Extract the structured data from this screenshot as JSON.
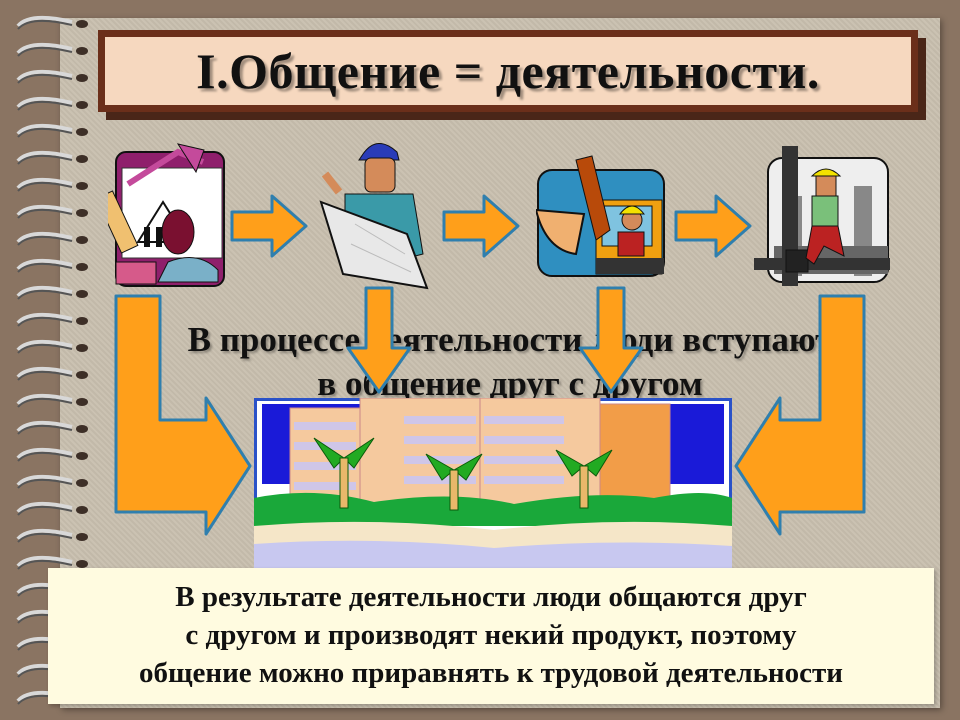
{
  "slide": {
    "title": "I.Общение = деятельности.",
    "statement_lines": [
      "В процессе деятельности люди вступают",
      "в общение друг с другом"
    ],
    "result_lines": [
      "В результате деятельности люди общаются друг",
      "с другом и производят некий продукт, поэтому",
      "общение можно приравнять к трудовой деятельности"
    ]
  },
  "colors": {
    "arrow_fill": "#ff9f1a",
    "arrow_outline": "#2f7fae",
    "title_background": "#f6d8bf",
    "title_border": "#6b2f1a",
    "result_background": "#fffbe0",
    "page_background": "#c8bfae"
  },
  "icons": [
    "architect-drawing-icon",
    "worker-with-blueprint-icon",
    "excavator-operator-icon",
    "construction-worker-icon",
    "finished-building-icon"
  ]
}
